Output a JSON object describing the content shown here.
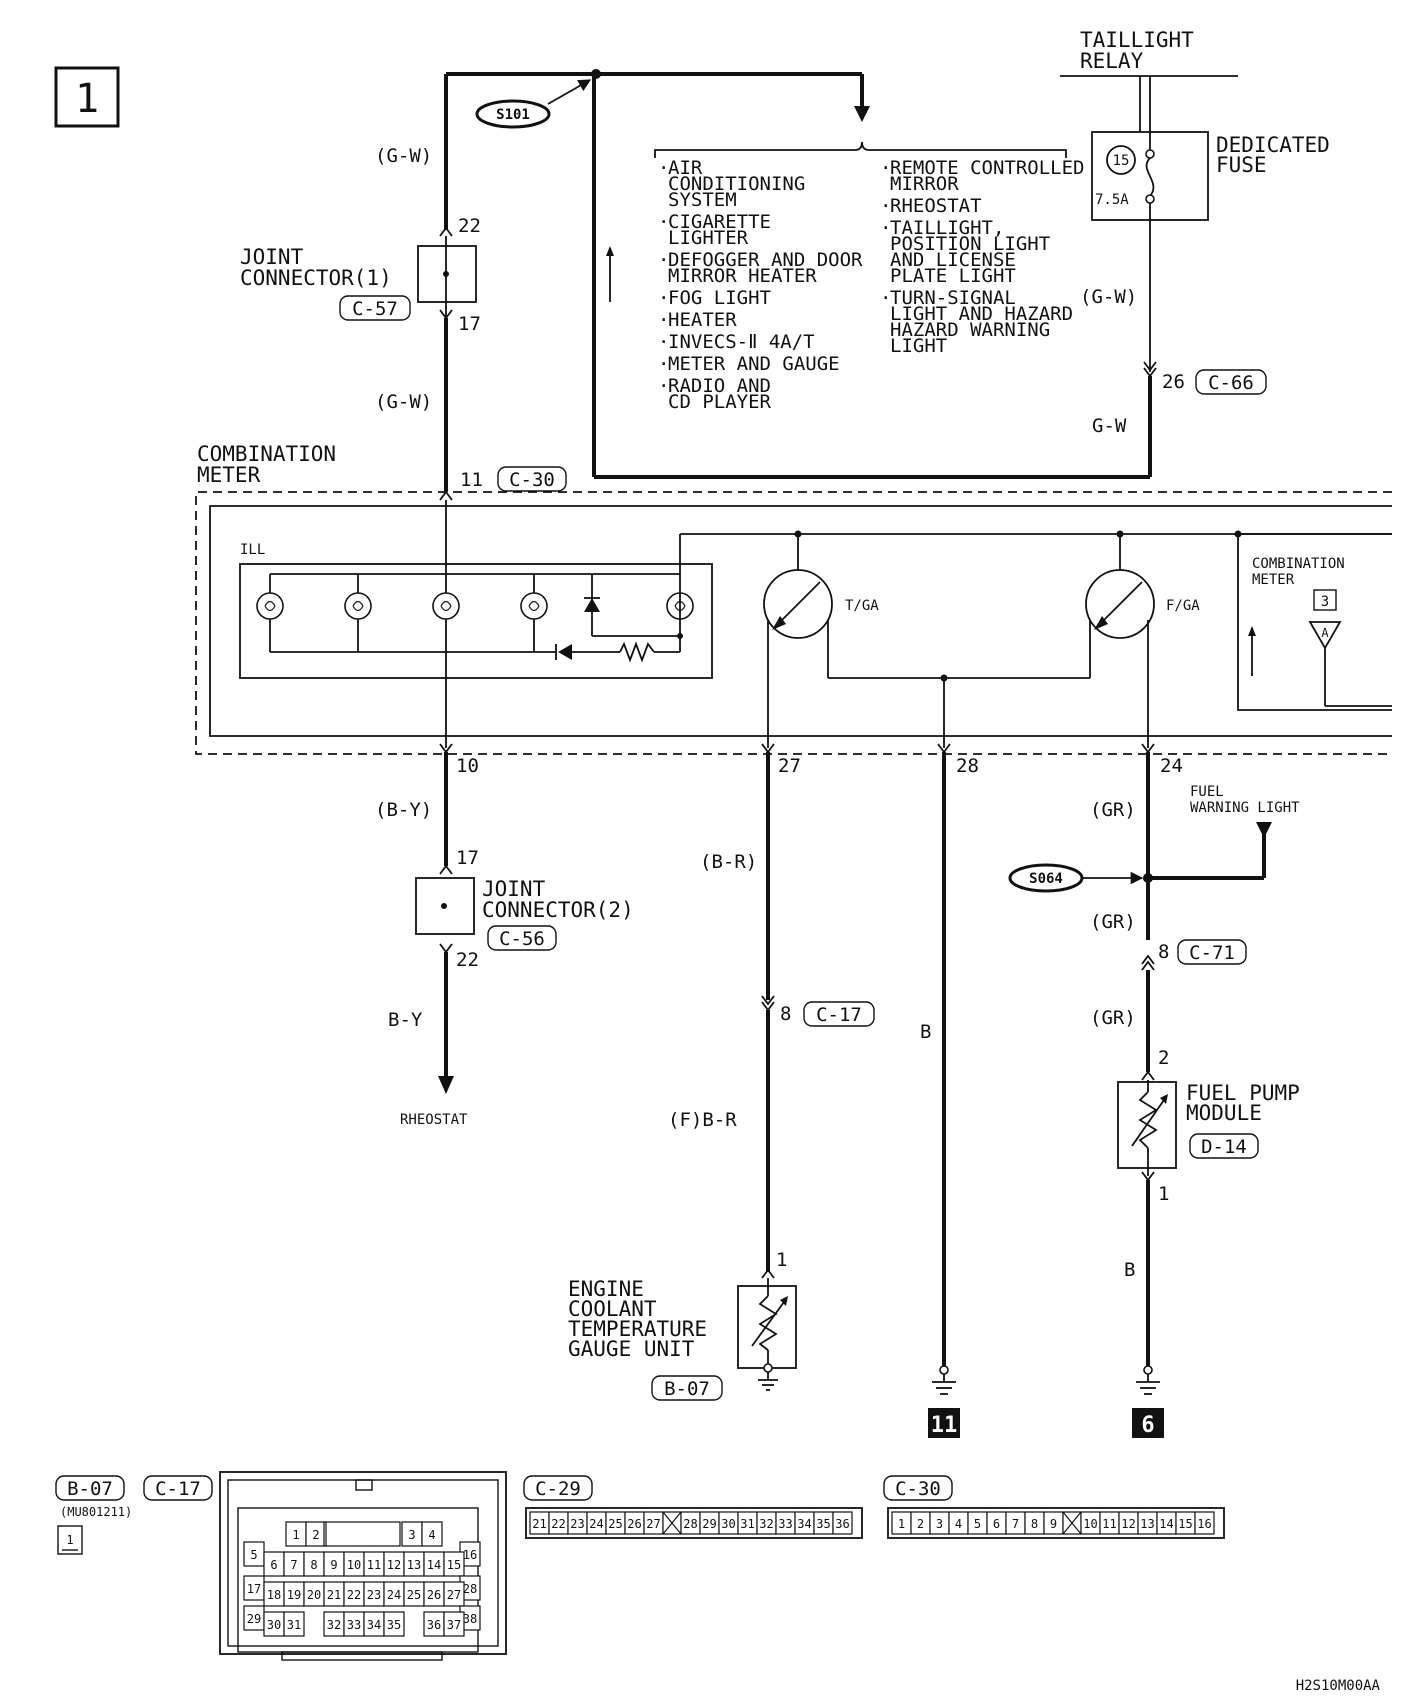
{
  "page": {
    "sheet_number": "1",
    "doc_code": "H2S10M00AA"
  },
  "splices": {
    "s101": "S101",
    "s064": "S064"
  },
  "relay": {
    "line1": "TAILLIGHT",
    "line2": "RELAY"
  },
  "fuse": {
    "line1": "DEDICATED",
    "line2": "FUSE",
    "number": "15",
    "rating": "7.5A"
  },
  "wires": {
    "gw_paren": "(G-W)",
    "gw": "G-W",
    "by_paren": "(B-Y)",
    "by": "B-Y",
    "br_paren": "(B-R)",
    "f_br": "(F)B-R",
    "b": "B",
    "gr_paren": "(GR)"
  },
  "joint1": {
    "line1": "JOINT",
    "line2": "CONNECTOR(1)",
    "connector": "C-57",
    "pin_top": "22",
    "pin_bottom": "17"
  },
  "joint2": {
    "line1": "JOINT",
    "line2": "CONNECTOR(2)",
    "connector": "C-56",
    "pin_top": "17",
    "pin_bottom": "22"
  },
  "systems": {
    "left": [
      [
        "AIR",
        "CONDITIONING",
        "SYSTEM"
      ],
      [
        "CIGARETTE",
        "LIGHTER"
      ],
      [
        "DEFOGGER AND DOOR",
        "MIRROR HEATER"
      ],
      [
        "FOG LIGHT"
      ],
      [
        "HEATER"
      ],
      [
        "INVECS-Ⅱ 4A/T"
      ],
      [
        "METER AND GAUGE"
      ],
      [
        "RADIO AND",
        "CD PLAYER"
      ]
    ],
    "right": [
      [
        "REMOTE CONTROLLED",
        "MIRROR"
      ],
      [
        "RHEOSTAT"
      ],
      [
        "TAILLIGHT,",
        "POSITION LIGHT",
        "AND LICENSE",
        "PLATE LIGHT"
      ],
      [
        "TURN-SIGNAL",
        "LIGHT AND HAZARD",
        "HAZARD WARNING",
        "LIGHT"
      ]
    ]
  },
  "meter": {
    "line1": "COMBINATION",
    "line2": "METER",
    "ill": "ILL",
    "temp_gauge": "T/GA",
    "fuel_gauge": "F/GA",
    "ref_line1": "COMBINATION",
    "ref_line2": "METER",
    "ref_page": "3",
    "ref_letter": "A"
  },
  "pins": {
    "p11": "11",
    "c30": "C-30",
    "p26": "26",
    "c66": "C-66",
    "p10": "10",
    "p27": "27",
    "p28": "28",
    "p24": "24",
    "p8a": "8",
    "c17": "C-17",
    "p8b": "8",
    "c71": "C-71",
    "p2": "2",
    "p1a": "1",
    "p1b": "1"
  },
  "components": {
    "rheostat": "RHEOSTAT",
    "fuel_warning": [
      "FUEL",
      "WARNING LIGHT"
    ],
    "fuel_pump": [
      "FUEL PUMP",
      "MODULE"
    ],
    "fuel_pump_connector": "D-14",
    "ect": [
      "ENGINE",
      "COOLANT",
      "TEMPERATURE",
      "GAUGE UNIT"
    ],
    "ect_connector": "B-07"
  },
  "grounds": {
    "g11": "11",
    "g6": "6"
  },
  "connectors": {
    "b07": "B-07",
    "c17": "C-17",
    "part_number": "(MU801211)",
    "pin_icon": "1",
    "c29": "C-29",
    "c30": "C-30",
    "c17_rows": [
      [
        "1",
        "2",
        "3",
        "4"
      ],
      [
        "5",
        "16"
      ],
      [
        "6",
        "7",
        "8",
        "9",
        "10",
        "11",
        "12",
        "13",
        "14",
        "15"
      ],
      [
        "17",
        "28"
      ],
      [
        "18",
        "19",
        "20",
        "21",
        "22",
        "23",
        "24",
        "25",
        "26",
        "27"
      ],
      [
        "29",
        "38"
      ],
      [
        "30",
        "31",
        "32",
        "33",
        "34",
        "35",
        "36",
        "37"
      ]
    ],
    "c29_pins": [
      "21",
      "22",
      "23",
      "24",
      "25",
      "26",
      "27",
      "28",
      "29",
      "30",
      "31",
      "32",
      "33",
      "34",
      "35",
      "36"
    ],
    "c30_pins": [
      "1",
      "2",
      "3",
      "4",
      "5",
      "6",
      "7",
      "8",
      "9",
      "10",
      "11",
      "12",
      "13",
      "14",
      "15",
      "16"
    ]
  }
}
